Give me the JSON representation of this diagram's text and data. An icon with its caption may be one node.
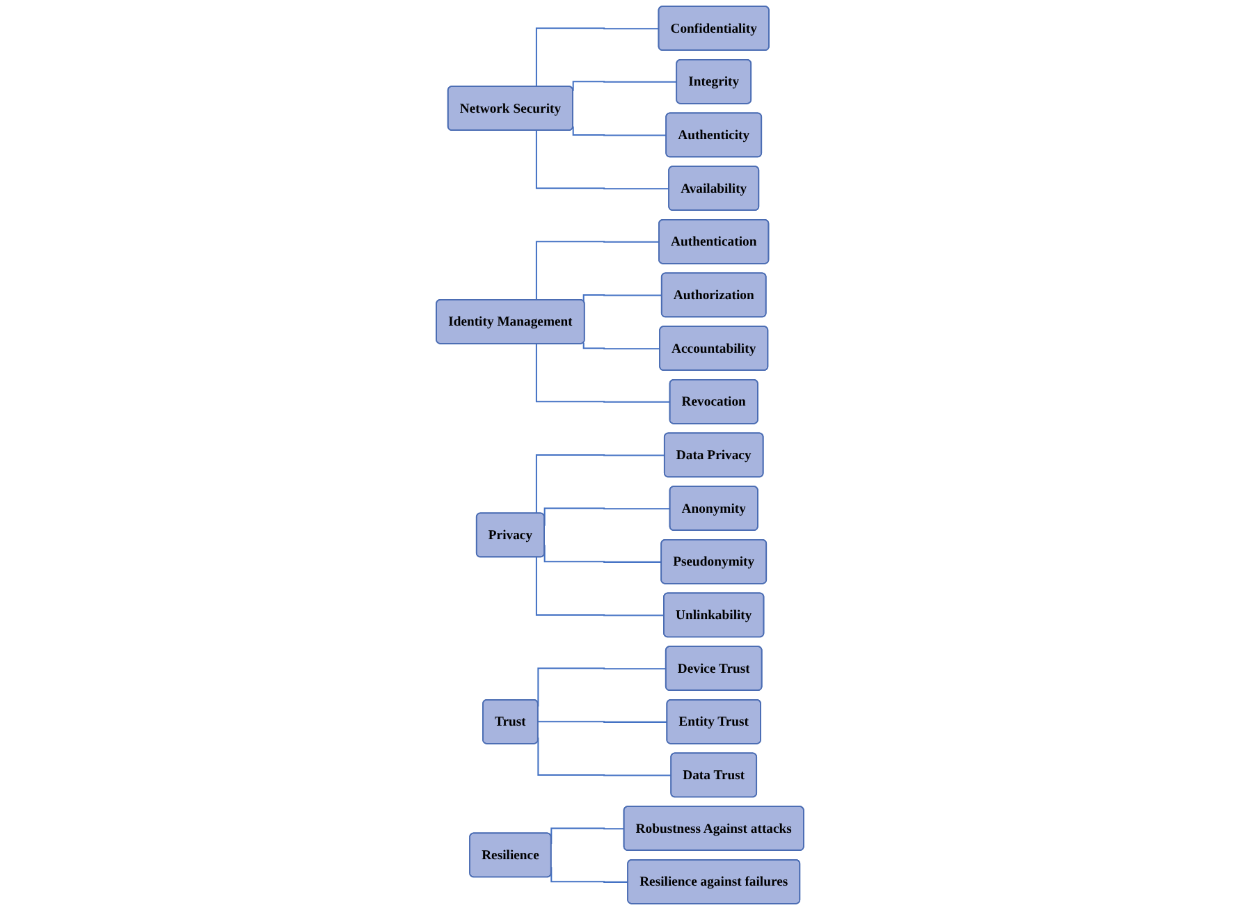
{
  "diagram": {
    "nodes": [
      {
        "text": [
          "Network Security"
        ]
      },
      {
        "text": [
          "Confidentiality"
        ]
      },
      {
        "text": [
          "Integrity"
        ]
      },
      {
        "text": [
          "Authenticity"
        ]
      },
      {
        "text": [
          "Availability"
        ]
      },
      {
        "text": [
          "Identity Management"
        ]
      },
      {
        "text": [
          "Authentication"
        ]
      },
      {
        "text": [
          "Authorization"
        ]
      },
      {
        "text": [
          "Accountability"
        ]
      },
      {
        "text": [
          "Revocation"
        ]
      },
      {
        "text": [
          "Privacy"
        ]
      },
      {
        "text": [
          "Data Privacy"
        ]
      },
      {
        "text": [
          "Anonymity"
        ]
      },
      {
        "text": [
          "Pseudonymity"
        ]
      },
      {
        "text": [
          "Unlinkability"
        ]
      },
      {
        "text": [
          "Trust"
        ]
      },
      {
        "text": [
          "Device Trust"
        ]
      },
      {
        "text": [
          "Entity Trust"
        ]
      },
      {
        "text": [
          "Data Trust"
        ]
      },
      {
        "text": [
          "Resilience"
        ]
      },
      {
        "text": [
          "Robustness Against attacks"
        ]
      },
      {
        "text": [
          "Resilience against failures"
        ]
      }
    ],
    "edges": [
      {
        "from": 0,
        "to": 1,
        "arrow": "none"
      },
      {
        "from": 0,
        "to": 2,
        "arrow": "none"
      },
      {
        "from": 0,
        "to": 3,
        "arrow": "none"
      },
      {
        "from": 0,
        "to": 4,
        "arrow": "none"
      },
      {
        "from": 5,
        "to": 6,
        "arrow": "none"
      },
      {
        "from": 5,
        "to": 7,
        "arrow": "none"
      },
      {
        "from": 5,
        "to": 8,
        "arrow": "none"
      },
      {
        "from": 5,
        "to": 9,
        "arrow": "none"
      },
      {
        "from": 10,
        "to": 11,
        "arrow": "none"
      },
      {
        "from": 10,
        "to": 12,
        "arrow": "none"
      },
      {
        "from": 10,
        "to": 13,
        "arrow": "none"
      },
      {
        "from": 10,
        "to": 14,
        "arrow": "none"
      },
      {
        "from": 15,
        "to": 16,
        "arrow": "none"
      },
      {
        "from": 15,
        "to": 17,
        "arrow": "none"
      },
      {
        "from": 15,
        "to": 18,
        "arrow": "none"
      },
      {
        "from": 19,
        "to": 20,
        "arrow": "none"
      },
      {
        "from": 19,
        "to": 21,
        "arrow": "none"
      }
    ]
  }
}
